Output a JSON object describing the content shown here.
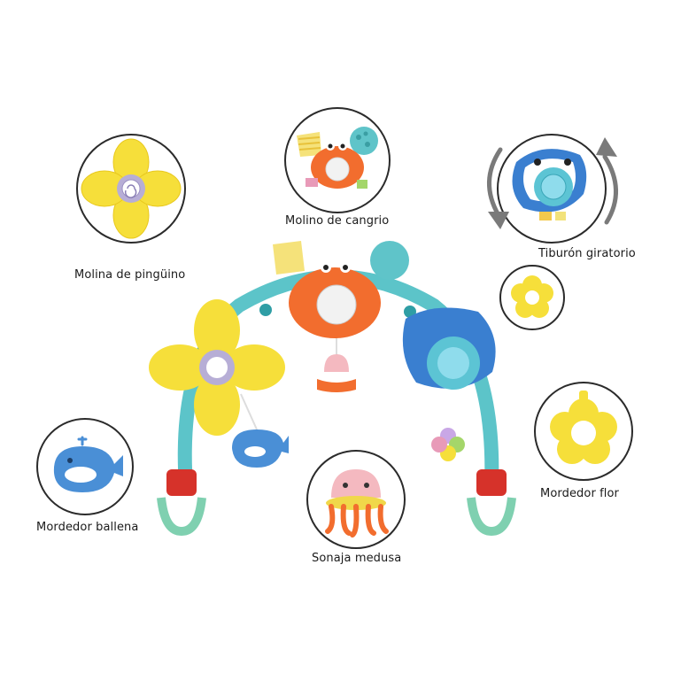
{
  "features": [
    {
      "id": "penguin",
      "label": "Molina de pingüino"
    },
    {
      "id": "crab",
      "label": "Molino de cangrio"
    },
    {
      "id": "shark",
      "label": "Tiburón giratorio"
    },
    {
      "id": "whale",
      "label": "Mordedor ballena"
    },
    {
      "id": "jellyfish",
      "label": "Sonaja medusa"
    },
    {
      "id": "flower",
      "label": "Mordedor flor"
    }
  ]
}
